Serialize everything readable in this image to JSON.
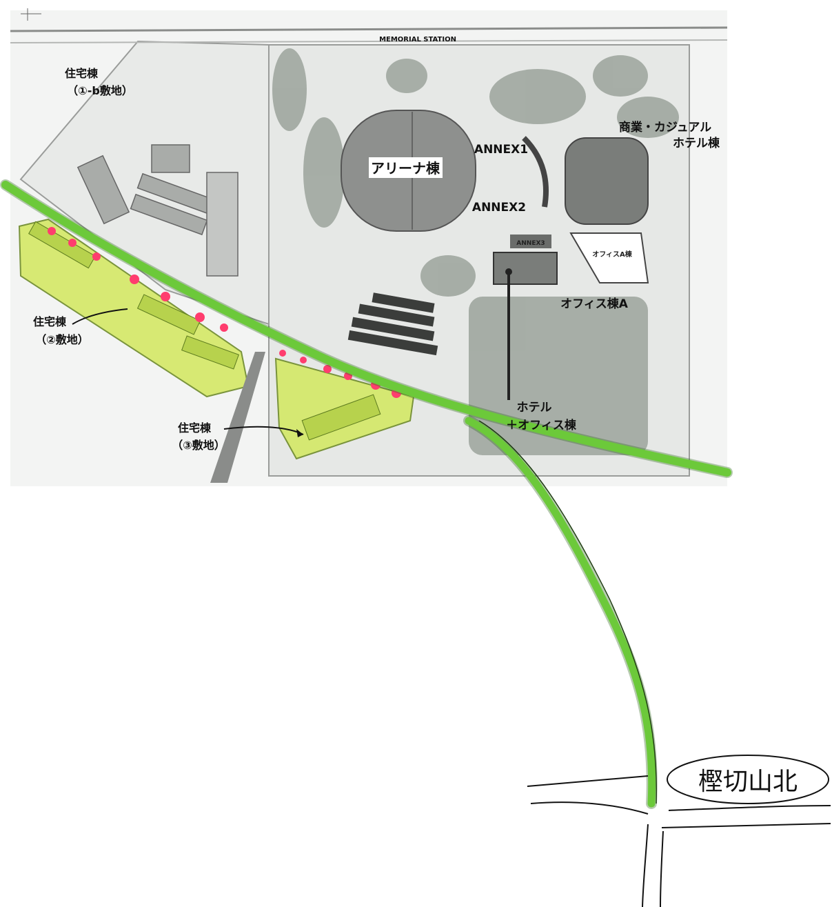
{
  "map": {
    "station": "MEMORIAL STATION",
    "labels": {
      "residential_1b": "住宅棟",
      "residential_1b_site": "（①-b敷地）",
      "arena": "アリーナ棟",
      "annex1": "ANNEX1",
      "annex2": "ANNEX2",
      "annex3": "ANNEX3",
      "commercial_hotel_l1": "商業・カジュアル",
      "commercial_hotel_l2": "ホテル棟",
      "office_a_small": "オフィスA棟",
      "office_a": "オフィス棟A",
      "residential_2": "住宅棟",
      "residential_2_site": "（②敷地）",
      "residential_3": "住宅棟",
      "residential_3_site": "（③敷地）",
      "hotel_office_l1": "ホテル",
      "hotel_office_l2": "＋オフィス棟",
      "intersection": "樫切山北"
    },
    "colors": {
      "route": "#6cc93a",
      "route_edge": "#2e6b1a",
      "site_fill": "#d4e866",
      "marker": "#ff3d6e",
      "plan_bg": "#e9ebe9",
      "building": "#7a7d7a",
      "tree": "#9ba39b"
    }
  }
}
